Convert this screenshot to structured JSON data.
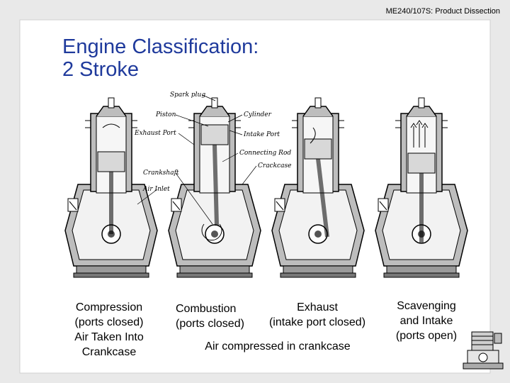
{
  "slide": {
    "header": "ME240/107S: Product Dissection",
    "title_line1": "Engine Classification:",
    "title_line2": "2 Stroke"
  },
  "diagram_labels": {
    "spark_plug": "Spark plug",
    "piston": "Piston",
    "cylinder": "Cylinder",
    "exhaust_port": "Exhaust Port",
    "intake_port": "Intake Port",
    "connecting_rod": "Connecting Rod",
    "crankcase": "Crackcase",
    "crankshaft": "Crankshaft",
    "air_inlet": "Air Inlet"
  },
  "captions": {
    "compression": [
      "Compression",
      "(ports closed)",
      "Air Taken Into",
      "Crankcase"
    ],
    "combustion": [
      "Combustion",
      "(ports closed)"
    ],
    "exhaust": [
      "Exhaust",
      "(intake port closed)"
    ],
    "air_compressed": "Air compressed in crankcase",
    "scavenging": [
      "Scavenging",
      "and Intake",
      "(ports open)"
    ]
  },
  "colors": {
    "title": "#1f3a9c",
    "frame_shadow": "#c8c8c8"
  }
}
